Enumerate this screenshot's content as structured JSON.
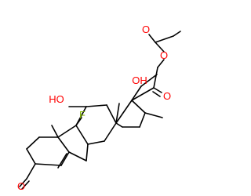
{
  "molecule": {
    "atoms": {
      "ketone_o": "O",
      "c11_oh": "HO",
      "c9_f": "F",
      "c17_oh": "OH",
      "c20_o": "O",
      "ester_o": "O",
      "acetyl_o": "O"
    },
    "colors": {
      "oxygen": "#ff0000",
      "fluorine": "#7fb300",
      "bond": "#000000"
    }
  }
}
